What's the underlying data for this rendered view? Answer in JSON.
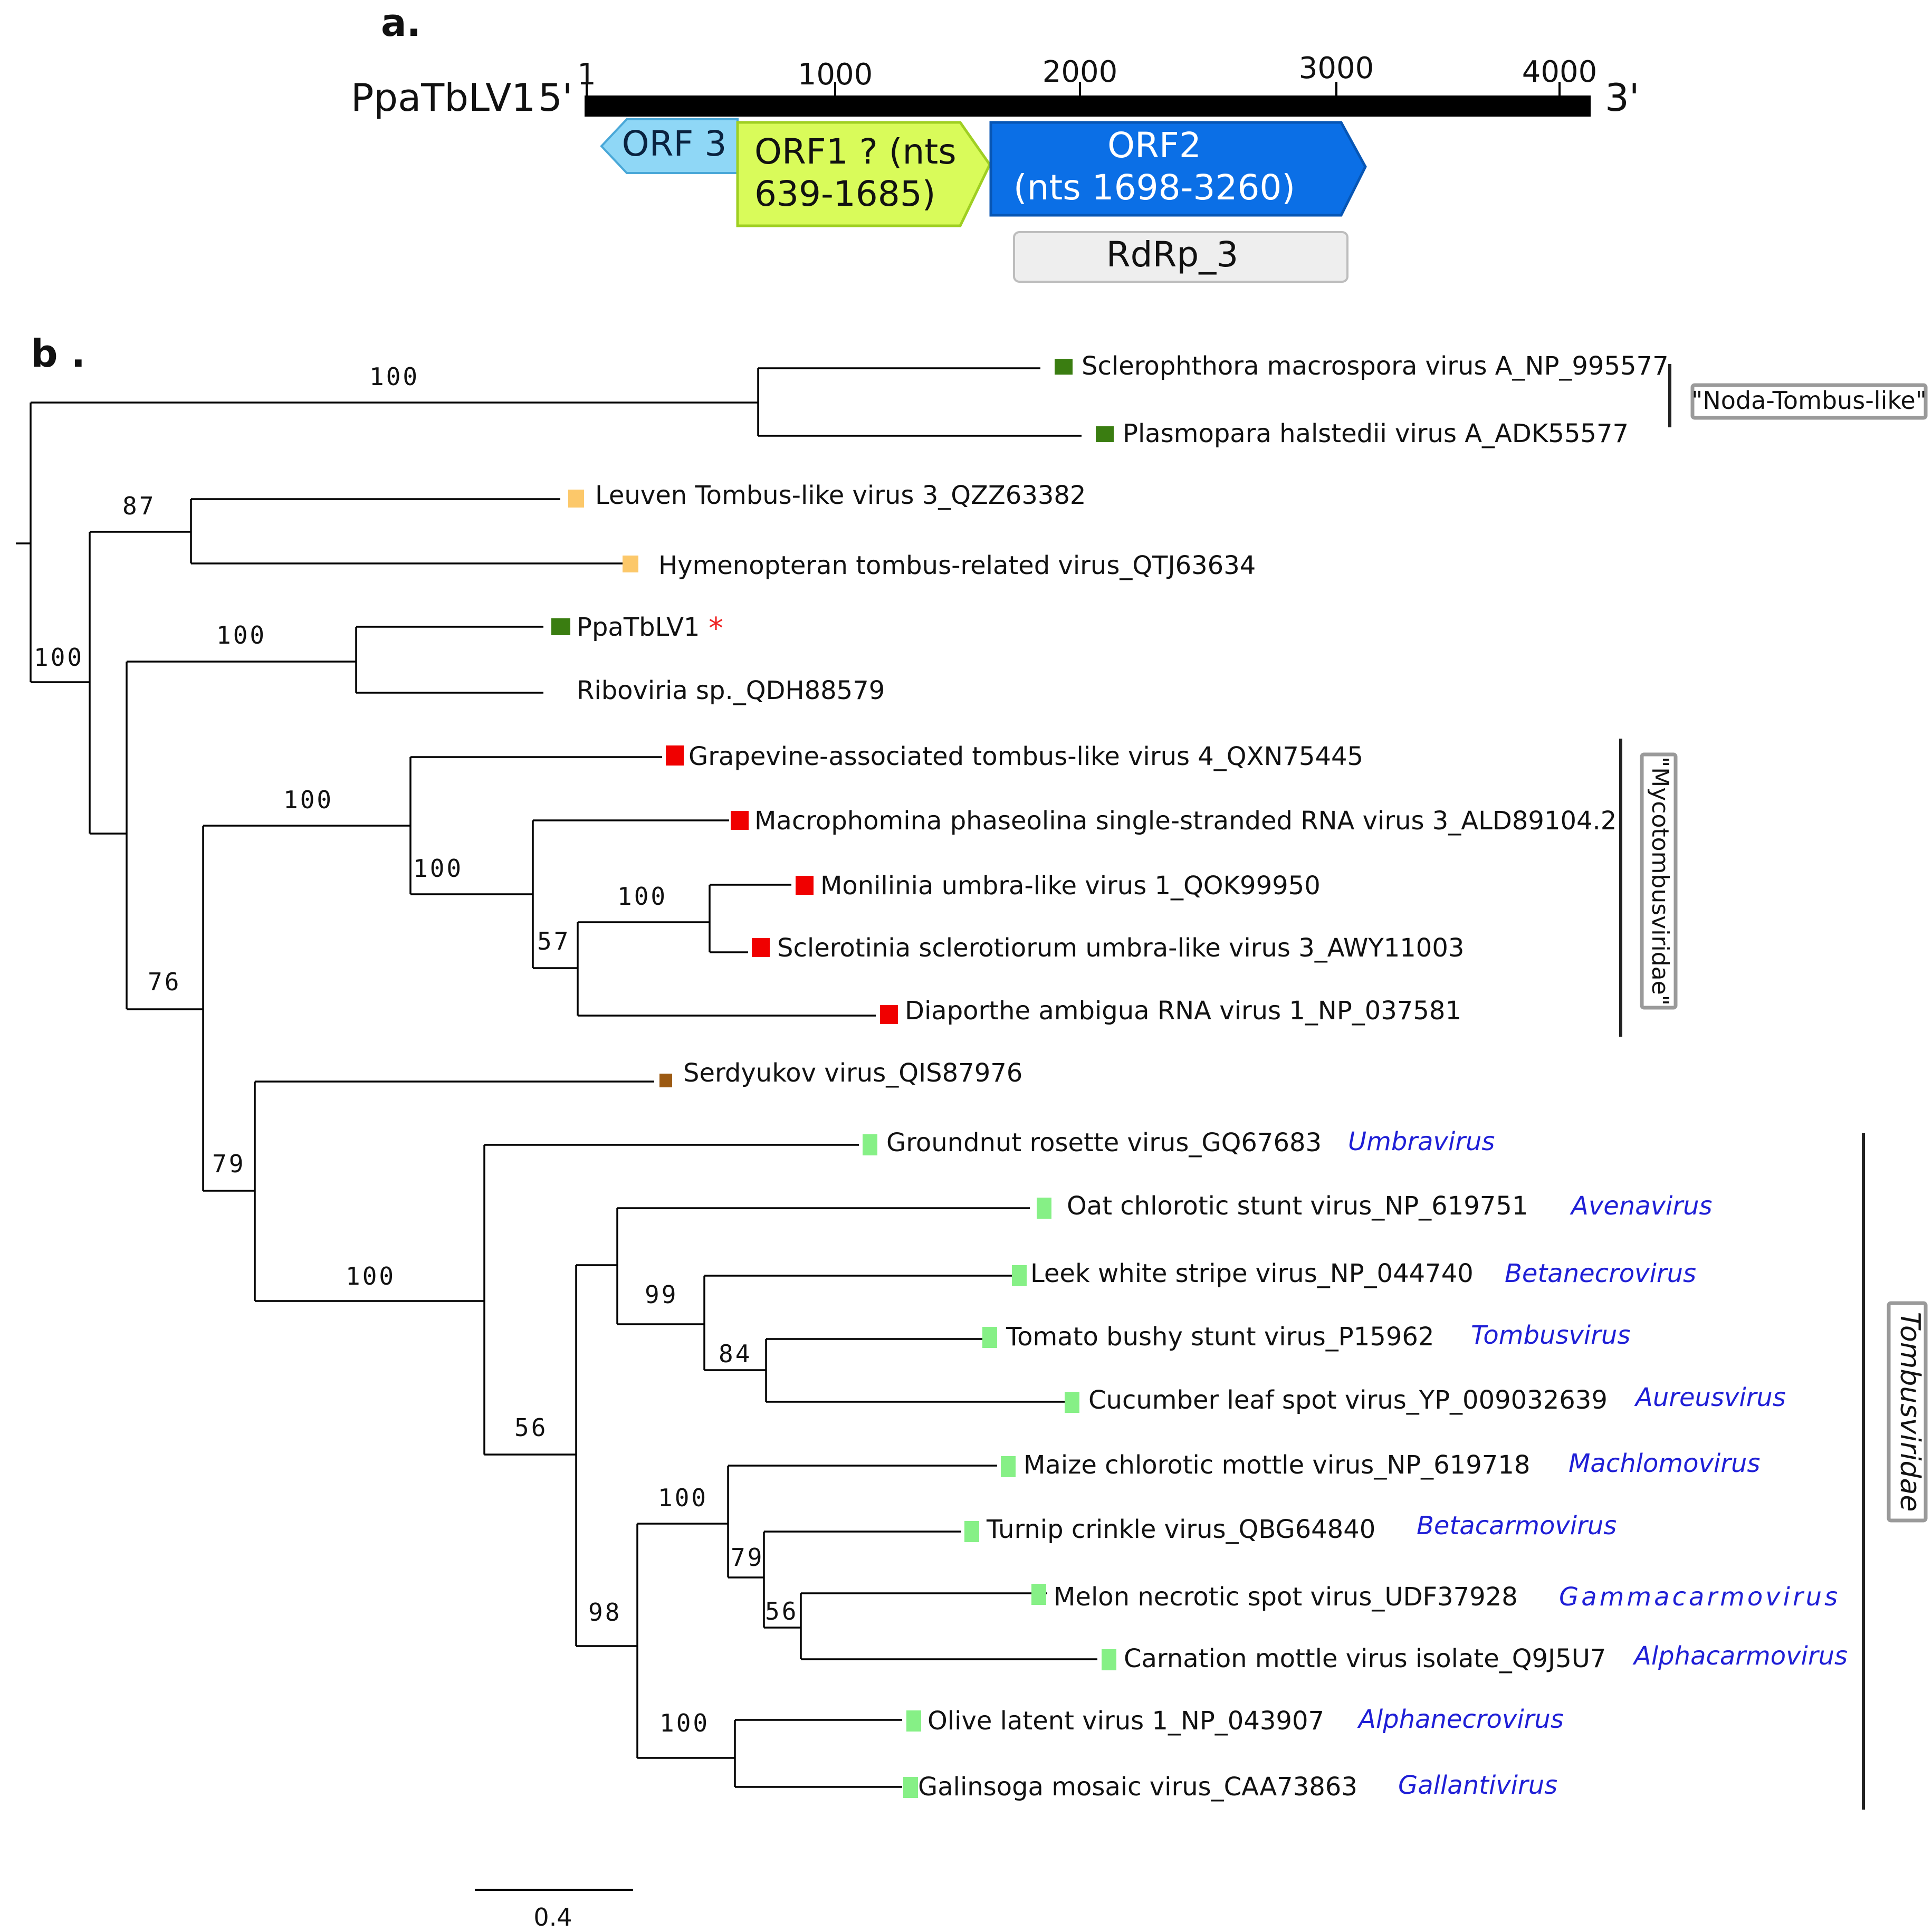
{
  "panel_a": {
    "label": "a.",
    "genome_name": "PpaTbLV1",
    "five_prime": "5'",
    "three_prime": "3'",
    "scale_ticks": [
      "1",
      "1000",
      "2000",
      "3000",
      "4000"
    ],
    "orfs": [
      {
        "label_lines": [
          "ORF 3"
        ],
        "color": "#8fd7f6",
        "direction": "reverse"
      },
      {
        "label_lines": [
          "ORF1 ? (nts",
          "639-1685)"
        ],
        "color": "#d9fb5a",
        "direction": "forward"
      },
      {
        "label_lines": [
          "ORF2",
          "(nts 1698-3260)"
        ],
        "color": "#0b6fe6",
        "direction": "forward"
      }
    ],
    "domain": {
      "label": "RdRp_3",
      "color": "#eeeeee"
    }
  },
  "panel_b": {
    "label": "b .",
    "scale_bar_label": "0.4",
    "taxa": [
      {
        "name": "Sclerophthora macrospora virus A_NP_995577",
        "marker": "#3a7d11",
        "genus": ""
      },
      {
        "name": "Plasmopara halstedii virus A_ADK55577",
        "marker": "#3a7d11",
        "genus": ""
      },
      {
        "name": "Leuven Tombus-like virus 3_QZZ63382",
        "marker": "#fcc86a",
        "genus": ""
      },
      {
        "name": "Hymenopteran tombus-related virus_QTJ63634",
        "marker": "#fcc86a",
        "genus": ""
      },
      {
        "name": "PpaTbLV1",
        "marker": "#3a7d11",
        "genus": "",
        "highlight": "*"
      },
      {
        "name": "Riboviria sp._QDH88579",
        "marker": "",
        "genus": ""
      },
      {
        "name": "Grapevine-associated tombus-like virus 4_QXN75445",
        "marker": "#f00000",
        "genus": ""
      },
      {
        "name": "Macrophomina phaseolina single-stranded RNA virus 3_ALD89104.2",
        "marker": "#f00000",
        "genus": ""
      },
      {
        "name": "Monilinia umbra-like virus 1_QOK99950",
        "marker": "#f00000",
        "genus": ""
      },
      {
        "name": "Sclerotinia sclerotiorum umbra-like virus 3_AWY11003",
        "marker": "#f00000",
        "genus": ""
      },
      {
        "name": "Diaporthe ambigua RNA virus 1_NP_037581",
        "marker": "#f00000",
        "genus": ""
      },
      {
        "name": "Serdyukov virus_QIS87976",
        "marker": "#9c5a13",
        "genus": ""
      },
      {
        "name": "Groundnut rosette virus_GQ67683",
        "marker": "#86f086",
        "genus": "Umbravirus"
      },
      {
        "name": "Oat chlorotic stunt virus_NP_619751",
        "marker": "#86f086",
        "genus": "Avenavirus"
      },
      {
        "name": "Leek white stripe virus_NP_044740",
        "marker": "#86f086",
        "genus": "Betanecrovirus"
      },
      {
        "name": "Tomato bushy stunt virus_P15962",
        "marker": "#86f086",
        "genus": "Tombusvirus"
      },
      {
        "name": "Cucumber leaf spot virus_YP_009032639",
        "marker": "#86f086",
        "genus": "Aureusvirus"
      },
      {
        "name": "Maize chlorotic mottle virus_NP_619718",
        "marker": "#86f086",
        "genus": "Machlomovirus"
      },
      {
        "name": "Turnip crinkle virus_QBG64840",
        "marker": "#86f086",
        "genus": "Betacarmovirus"
      },
      {
        "name": "Melon necrotic spot virus_UDF37928",
        "marker": "#86f086",
        "genus": "Gammacarmovirus"
      },
      {
        "name": "Carnation mottle virus isolate_Q9J5U7",
        "marker": "#86f086",
        "genus": "Alphacarmovirus"
      },
      {
        "name": "Olive latent virus 1_NP_043907",
        "marker": "#86f086",
        "genus": "Alphanecrovirus"
      },
      {
        "name": "Galinsoga mosaic virus_CAA73863",
        "marker": "#86f086",
        "genus": "Gallantivirus"
      }
    ],
    "bootstrap_values": [
      "100",
      "87",
      "100",
      "100",
      "100",
      "100",
      "57",
      "100",
      "76",
      "79",
      "100",
      "56",
      "99",
      "84",
      "98",
      "100",
      "79",
      "56",
      "100"
    ],
    "clades": [
      {
        "label": "\"Noda-Tombus-like\""
      },
      {
        "label": "\"Mycotombusviridae\""
      },
      {
        "label": "Tombusviridae"
      }
    ]
  }
}
